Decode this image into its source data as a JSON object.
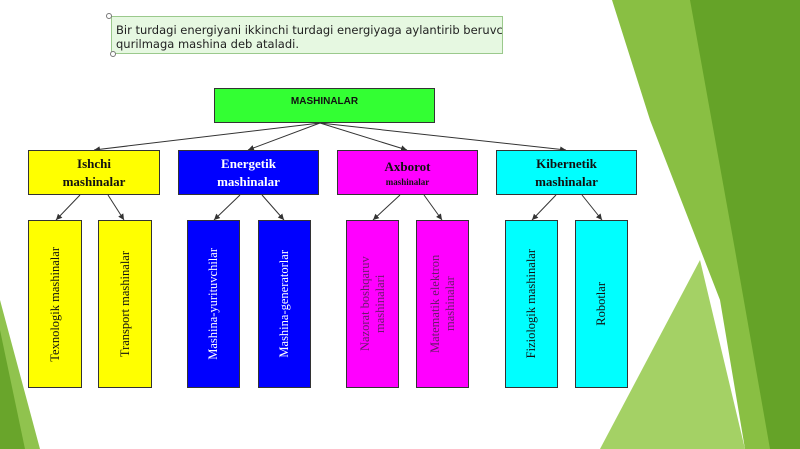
{
  "definition": {
    "line1": "Bir turdagi energiyani ikkinchi turdagi energiyaga aylantirib beruvchi",
    "line2": "qurilmaga mashina deb ataladi."
  },
  "root": {
    "label": "MASHINALAR",
    "color": "#33ff33"
  },
  "categories": [
    {
      "line1": "Ishchi",
      "line2": "mashinalar",
      "color": "#ffff00",
      "leaves": [
        "Texnologik mashinalar",
        "Transport mashinalar"
      ]
    },
    {
      "line1": "Energetik",
      "line2": "mashinalar",
      "color": "#0000ff",
      "leaves": [
        "Mashina-yurituvchilar",
        "Mashina-generatorlar"
      ]
    },
    {
      "line1": "Axborot",
      "line2": "mashinalar",
      "color": "#ff00ff",
      "leaves": [
        "Nazorat boshqaruv mashinalari",
        "Matematik elektron mashinalar"
      ]
    },
    {
      "line1": "Kibernetik",
      "line2": "mashinalar",
      "color": "#00ffff",
      "leaves": [
        "Fiziologik mashinalar",
        "Robotlar"
      ]
    }
  ],
  "background_accent": "#7cb82f"
}
